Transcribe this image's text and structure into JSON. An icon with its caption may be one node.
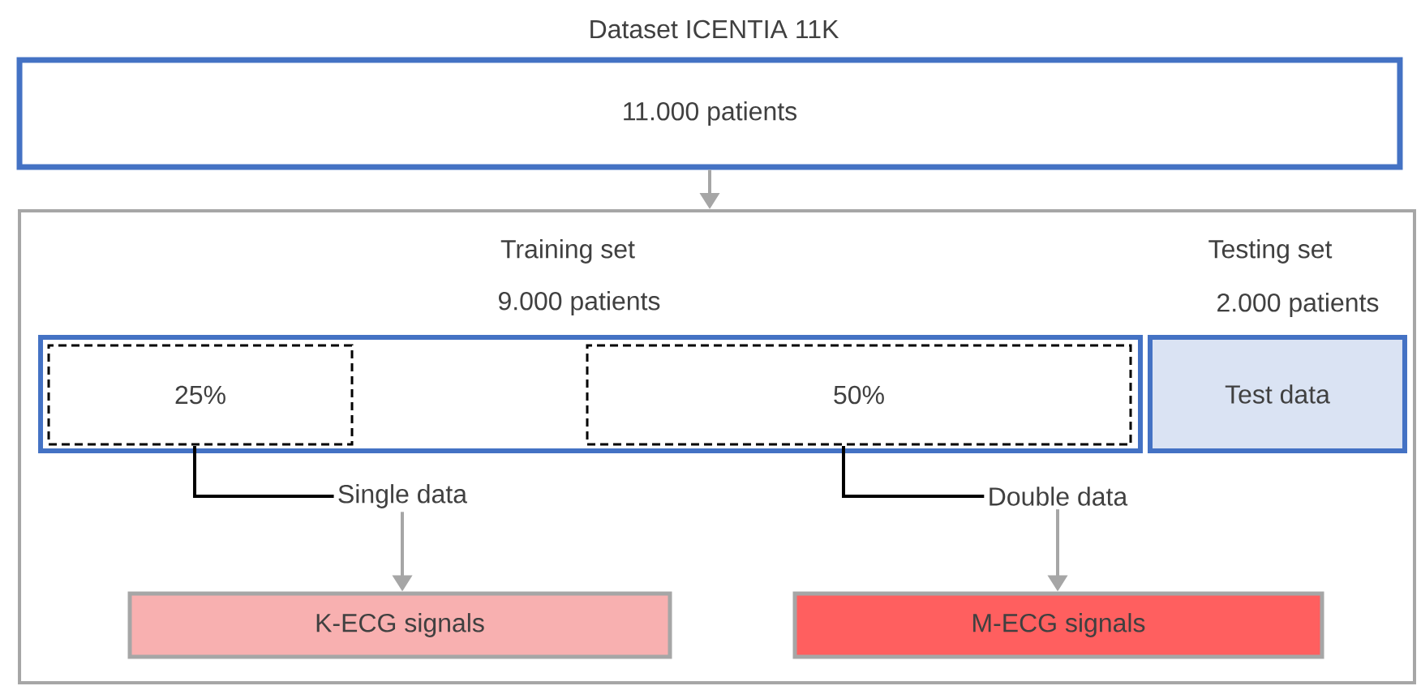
{
  "diagram": {
    "nodes": [
      {
        "text": [
          "Dataset ICENTIA 11K",
          "11.000 patients"
        ]
      },
      {
        "text": [],
        "shape": "box"
      },
      {
        "text": [
          "Training set",
          "9.000 patients"
        ],
        "in": 1
      },
      {
        "text": [
          "25%"
        ],
        "in": 2
      },
      {
        "text": [
          "50%"
        ],
        "in": 2
      },
      {
        "text": [
          "Testing set",
          "2.000 patients",
          "Test data"
        ],
        "in": 1
      },
      {
        "text": [
          "Single data"
        ],
        "in": 1
      },
      {
        "text": [
          "Double data"
        ],
        "in": 1
      },
      {
        "text": [
          "K-ECG signals"
        ],
        "in": 1
      },
      {
        "text": [
          "M-ECG signals"
        ],
        "in": 1
      }
    ],
    "edges": [
      {
        "from": 0,
        "to": 1,
        "arrow": "to"
      },
      {
        "from": 3,
        "to": 6,
        "arrow": "none",
        "color": "#000000"
      },
      {
        "from": 4,
        "to": 7,
        "arrow": "none",
        "color": "#000000"
      },
      {
        "from": 6,
        "to": 8,
        "arrow": "to"
      },
      {
        "from": 7,
        "to": 9,
        "arrow": "to"
      }
    ]
  }
}
